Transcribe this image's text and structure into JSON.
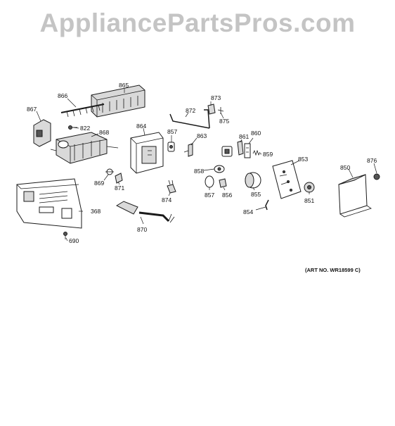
{
  "watermark": "AppliancePartsPros.com",
  "art_number": "(ART NO. WR18599 C)",
  "callouts": [
    "865",
    "866",
    "867",
    "822",
    "868",
    "864",
    "857",
    "863",
    "873",
    "872",
    "875",
    "861",
    "860",
    "859",
    "853",
    "876",
    "850",
    "869",
    "871",
    "858",
    "855",
    "851",
    "368",
    "874",
    "857",
    "856",
    "854",
    "870",
    "690"
  ]
}
